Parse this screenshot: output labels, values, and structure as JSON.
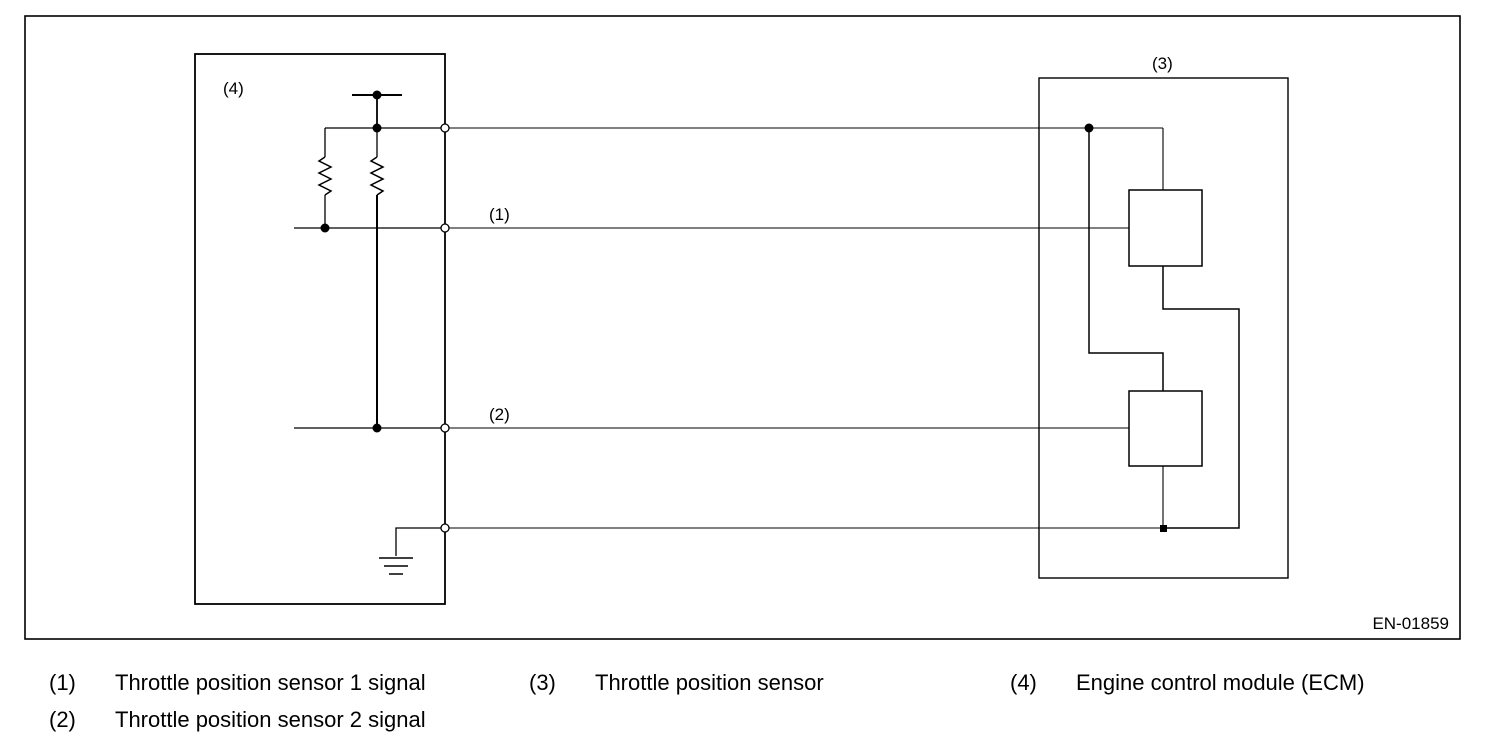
{
  "diagram": {
    "figure_code": "EN-01859",
    "callouts": {
      "c1": "(1)",
      "c2": "(2)",
      "c3": "(3)",
      "c4": "(4)"
    }
  },
  "legend": [
    {
      "num": "(1)",
      "text": "Throttle position sensor 1 signal"
    },
    {
      "num": "(2)",
      "text": "Throttle position sensor 2 signal"
    },
    {
      "num": "(3)",
      "text": "Throttle position sensor"
    },
    {
      "num": "(4)",
      "text": "Engine control module (ECM)"
    }
  ]
}
